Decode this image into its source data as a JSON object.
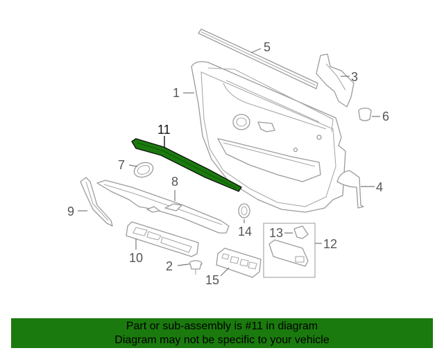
{
  "diagram": {
    "callouts": {
      "c1": "1",
      "c2": "2",
      "c3": "3",
      "c4": "4",
      "c5": "5",
      "c6": "6",
      "c7": "7",
      "c8": "8",
      "c9": "9",
      "c10": "10",
      "c11": "11",
      "c12": "12",
      "c13": "13",
      "c14": "14",
      "c15": "15"
    },
    "highlighted_part": "11",
    "colors": {
      "highlight": "#1b7a0e",
      "outline": "#9a9a9a",
      "banner": "#1b7a0e"
    }
  },
  "banner": {
    "line1": "Part or sub-assembly is #11 in diagram",
    "line2": "Diagram may not be specific to your vehicle"
  }
}
